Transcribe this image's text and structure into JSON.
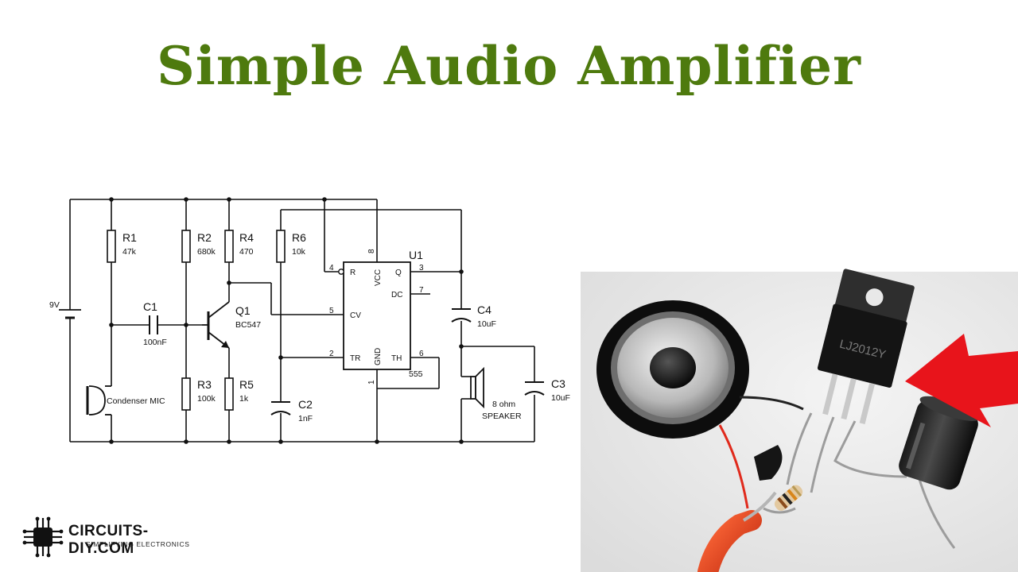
{
  "title": "Simple Audio Amplifier",
  "schematic": {
    "battery": {
      "value": "9V"
    },
    "r1": {
      "ref": "R1",
      "value": "47k"
    },
    "r2": {
      "ref": "R2",
      "value": "680k"
    },
    "r3": {
      "ref": "R3",
      "value": "100k"
    },
    "r4": {
      "ref": "R4",
      "value": "470"
    },
    "r5": {
      "ref": "R5",
      "value": "1k"
    },
    "r6": {
      "ref": "R6",
      "value": "10k"
    },
    "c1": {
      "ref": "C1",
      "value": "100nF"
    },
    "c2": {
      "ref": "C2",
      "value": "1nF"
    },
    "c3": {
      "ref": "C3",
      "value": "10uF"
    },
    "c4": {
      "ref": "C4",
      "value": "10uF"
    },
    "q1": {
      "ref": "Q1",
      "value": "BC547"
    },
    "mic": {
      "label": "Condenser MIC"
    },
    "speaker": {
      "value": "8 ohm",
      "label": "SPEAKER"
    },
    "u1": {
      "ref": "U1",
      "part": "555",
      "pins": {
        "r": "R",
        "vcc": "VCC",
        "q": "Q",
        "dc": "DC",
        "cv": "CV",
        "tr": "TR",
        "gnd": "GND",
        "th": "TH"
      },
      "pin_numbers": {
        "p1": "1",
        "p2": "2",
        "p3": "3",
        "p4": "4",
        "p5": "5",
        "p6": "6",
        "p7": "7",
        "p8": "8"
      }
    }
  },
  "chip_marking": "LJ2012Y",
  "logo": {
    "name": "CIRCUITS-DIY.COM",
    "tagline": "SIMPLIFYING ELECTRONICS"
  },
  "colors": {
    "title": "#4e7a0e",
    "arrow": "#e8141b"
  }
}
